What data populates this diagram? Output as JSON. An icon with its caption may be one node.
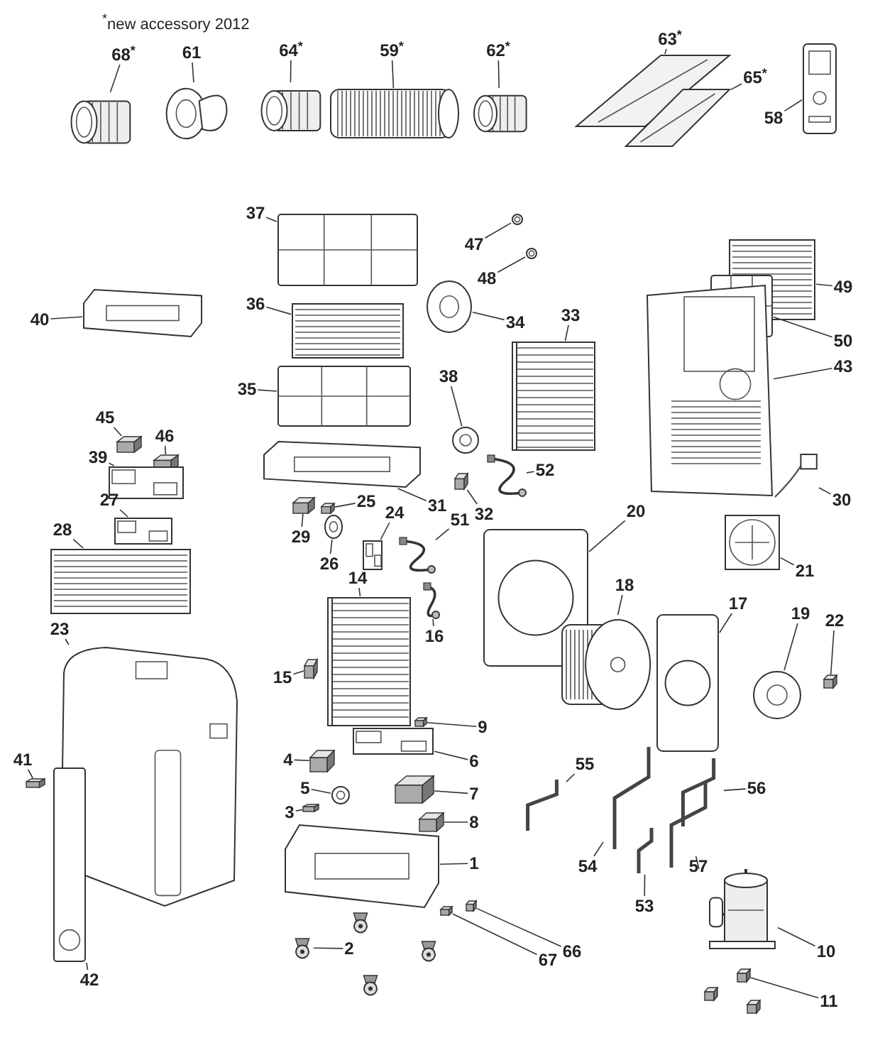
{
  "diagram": {
    "nodes": [
      {
        "text": [
          "68$^{*}$"
        ]
      },
      {
        "text": [],
        "shape": "picture"
      },
      {
        "text": [
          "61"
        ]
      },
      {
        "text": [],
        "shape": "picture"
      },
      {
        "text": [
          "64$^{*}$"
        ]
      },
      {
        "text": [],
        "shape": "picture"
      },
      {
        "text": [
          "59$^{*}$"
        ]
      },
      {
        "text": [],
        "shape": "picture"
      },
      {
        "text": [
          "62$^{*}$"
        ]
      },
      {
        "text": [],
        "shape": "picture"
      },
      {
        "text": [
          "63$^{*}$"
        ]
      },
      {
        "text": [],
        "shape": "picture"
      },
      {
        "text": [
          "65$^{*}$"
        ]
      },
      {
        "text": [],
        "shape": "picture"
      },
      {
        "text": [
          "58"
        ]
      },
      {
        "text": [],
        "shape": "picture"
      },
      {
        "text": [
          "37"
        ]
      },
      {
        "text": [],
        "shape": "picture"
      },
      {
        "text": [
          "47"
        ]
      },
      {
        "text": [],
        "shape": "picture"
      },
      {
        "text": [
          "48"
        ]
      },
      {
        "text": [],
        "shape": "picture"
      },
      {
        "text": [
          "40"
        ]
      },
      {
        "text": [],
        "shape": "picture"
      },
      {
        "text": [
          "36"
        ]
      },
      {
        "text": [],
        "shape": "picture"
      },
      {
        "text": [
          "34"
        ]
      },
      {
        "text": [],
        "shape": "picture"
      },
      {
        "text": [
          "33"
        ]
      },
      {
        "text": [],
        "shape": "picture"
      },
      {
        "text": [
          "49"
        ]
      },
      {
        "text": [],
        "shape": "picture"
      },
      {
        "text": [
          "50"
        ]
      },
      {
        "text": [],
        "shape": "picture"
      },
      {
        "text": [
          "43"
        ]
      },
      {
        "text": [],
        "shape": "picture"
      },
      {
        "text": [
          "35"
        ]
      },
      {
        "text": [],
        "shape": "picture"
      },
      {
        "text": [
          "38"
        ]
      },
      {
        "text": [],
        "shape": "picture"
      },
      {
        "text": [
          "45"
        ]
      },
      {
        "text": [],
        "shape": "picture"
      },
      {
        "text": [
          "46"
        ]
      },
      {
        "text": [],
        "shape": "picture"
      },
      {
        "text": [
          "39"
        ]
      },
      {
        "text": [],
        "shape": "picture"
      },
      {
        "text": [
          "31"
        ]
      },
      {
        "text": [],
        "shape": "picture"
      },
      {
        "text": [
          "25"
        ]
      },
      {
        "text": [],
        "shape": "picture"
      },
      {
        "text": [
          "52"
        ]
      },
      {
        "text": [],
        "shape": "picture"
      },
      {
        "text": [
          "32"
        ]
      },
      {
        "text": [],
        "shape": "picture"
      },
      {
        "text": [
          "30"
        ]
      },
      {
        "text": [],
        "shape": "picture"
      },
      {
        "text": [
          "29"
        ]
      },
      {
        "text": [],
        "shape": "picture"
      },
      {
        "text": [
          "26"
        ]
      },
      {
        "text": [],
        "shape": "picture"
      },
      {
        "text": [
          "24"
        ]
      },
      {
        "text": [],
        "shape": "picture"
      },
      {
        "text": [
          "27"
        ]
      },
      {
        "text": [],
        "shape": "picture"
      },
      {
        "text": [
          "51"
        ]
      },
      {
        "text": [],
        "shape": "picture"
      },
      {
        "text": [
          "28"
        ]
      },
      {
        "text": [],
        "shape": "picture"
      },
      {
        "text": [
          "20"
        ]
      },
      {
        "text": [],
        "shape": "picture"
      },
      {
        "text": [
          "21"
        ]
      },
      {
        "text": [],
        "shape": "picture"
      },
      {
        "text": [
          "14"
        ]
      },
      {
        "text": [],
        "shape": "picture"
      },
      {
        "text": [
          "18"
        ]
      },
      {
        "text": [],
        "shape": "picture"
      },
      {
        "text": [
          "17"
        ]
      },
      {
        "text": [],
        "shape": "picture"
      },
      {
        "text": [
          "16"
        ]
      },
      {
        "text": [],
        "shape": "picture"
      },
      {
        "text": [
          "19"
        ]
      },
      {
        "text": [],
        "shape": "picture"
      },
      {
        "text": [
          "22"
        ]
      },
      {
        "text": [],
        "shape": "picture"
      },
      {
        "text": [
          "23"
        ]
      },
      {
        "text": [],
        "shape": "picture"
      },
      {
        "text": [
          "15"
        ]
      },
      {
        "text": [],
        "shape": "picture"
      },
      {
        "text": [
          "9"
        ]
      },
      {
        "text": [],
        "shape": "picture"
      },
      {
        "text": [
          "6"
        ]
      },
      {
        "text": [],
        "shape": "picture"
      },
      {
        "text": [
          "4"
        ]
      },
      {
        "text": [],
        "shape": "picture"
      },
      {
        "text": [
          "41"
        ]
      },
      {
        "text": [],
        "shape": "picture"
      },
      {
        "text": [
          "5"
        ]
      },
      {
        "text": [],
        "shape": "picture"
      },
      {
        "text": [
          "7"
        ]
      },
      {
        "text": [],
        "shape": "picture"
      },
      {
        "text": [
          "3"
        ]
      },
      {
        "text": [],
        "shape": "picture"
      },
      {
        "text": [
          "8"
        ]
      },
      {
        "text": [],
        "shape": "picture"
      },
      {
        "text": [
          "55"
        ]
      },
      {
        "text": [],
        "shape": "picture"
      },
      {
        "text": [
          "56"
        ]
      },
      {
        "text": [],
        "shape": "picture"
      },
      {
        "text": [
          "54"
        ]
      },
      {
        "text": [],
        "shape": "picture"
      },
      {
        "text": [
          "57"
        ]
      },
      {
        "text": [],
        "shape": "picture"
      },
      {
        "text": [
          "53"
        ]
      },
      {
        "text": [],
        "shape": "picture"
      },
      {
        "text": [
          "1"
        ]
      },
      {
        "text": [],
        "shape": "picture"
      },
      {
        "text": [
          "42"
        ]
      },
      {
        "text": [],
        "shape": "picture"
      },
      {
        "text": [
          "10"
        ]
      },
      {
        "text": [],
        "shape": "picture"
      },
      {
        "text": [
          "2"
        ]
      },
      {
        "text": [],
        "shape": "picture"
      },
      {
        "text": [
          "67"
        ]
      },
      {
        "text": [],
        "shape": "picture"
      },
      {
        "text": [
          "66"
        ]
      },
      {
        "text": [],
        "shape": "picture"
      },
      {
        "text": [
          "11"
        ]
      },
      {
        "text": [],
        "shape": "picture"
      },
      {
        "text": [],
        "shape": "picture"
      },
      {
        "text": [],
        "shape": "picture"
      },
      {
        "text": [],
        "shape": "picture"
      },
      {
        "text": [],
        "shape": "picture"
      },
      {
        "text": [],
        "shape": "picture"
      }
    ],
    "edges": [
      {
        "from": 0,
        "to": 1,
        "arrow": "none"
      },
      {
        "from": 2,
        "to": 3,
        "arrow": "none"
      },
      {
        "from": 4,
        "to": 5,
        "arrow": "none"
      },
      {
        "from": 6,
        "to": 7,
        "arrow": "none"
      },
      {
        "from": 8,
        "to": 9,
        "arrow": "none"
      },
      {
        "from": 10,
        "to": 11,
        "arrow": "none"
      },
      {
        "from": 12,
        "to": 13,
        "arrow": "none"
      },
      {
        "from": 14,
        "to": 15,
        "arrow": "none"
      },
      {
        "from": 16,
        "to": 17,
        "arrow": "none"
      },
      {
        "from": 18,
        "to": 19,
        "arrow": "none"
      },
      {
        "from": 20,
        "to": 21,
        "arrow": "none"
      },
      {
        "from": 22,
        "to": 23,
        "arrow": "none"
      },
      {
        "from": 24,
        "to": 25,
        "arrow": "none"
      },
      {
        "from": 26,
        "to": 27,
        "arrow": "none"
      },
      {
        "from": 28,
        "to": 29,
        "arrow": "none"
      },
      {
        "from": 30,
        "to": 31,
        "arrow": "none"
      },
      {
        "from": 32,
        "to": 33,
        "arrow": "none"
      },
      {
        "from": 34,
        "to": 35,
        "arrow": "none"
      },
      {
        "from": 36,
        "to": 37,
        "arrow": "none"
      },
      {
        "from": 38,
        "to": 39,
        "arrow": "none"
      },
      {
        "from": 40,
        "to": 41,
        "arrow": "none"
      },
      {
        "from": 42,
        "to": 43,
        "arrow": "none"
      },
      {
        "from": 44,
        "to": 45,
        "arrow": "none"
      },
      {
        "from": 46,
        "to": 47,
        "arrow": "none"
      },
      {
        "from": 48,
        "to": 49,
        "arrow": "none"
      },
      {
        "from": 50,
        "to": 51,
        "arrow": "none"
      },
      {
        "from": 52,
        "to": 53,
        "arrow": "none"
      },
      {
        "from": 54,
        "to": 55,
        "arrow": "none"
      },
      {
        "from": 56,
        "to": 57,
        "arrow": "none"
      },
      {
        "from": 58,
        "to": 59,
        "arrow": "none"
      },
      {
        "from": 60,
        "to": 61,
        "arrow": "none"
      },
      {
        "from": 62,
        "to": 63,
        "arrow": "none"
      },
      {
        "from": 64,
        "to": 65,
        "arrow": "none"
      },
      {
        "from": 66,
        "to": 67,
        "arrow": "none"
      },
      {
        "from": 68,
        "to": 69,
        "arrow": "none"
      },
      {
        "from": 70,
        "to": 71,
        "arrow": "none"
      },
      {
        "from": 72,
        "to": 73,
        "arrow": "none"
      },
      {
        "from": 74,
        "to": 75,
        "arrow": "none"
      },
      {
        "from": 76,
        "to": 77,
        "arrow": "none"
      },
      {
        "from": 78,
        "to": 79,
        "arrow": "none"
      },
      {
        "from": 80,
        "to": 81,
        "arrow": "none"
      },
      {
        "from": 82,
        "to": 83,
        "arrow": "none"
      },
      {
        "from": 84,
        "to": 85,
        "arrow": "none"
      },
      {
        "from": 86,
        "to": 87,
        "arrow": "none"
      },
      {
        "from": 88,
        "to": 89,
        "arrow": "none"
      },
      {
        "from": 90,
        "to": 91,
        "arrow": "none"
      },
      {
        "from": 92,
        "to": 93,
        "arrow": "none"
      },
      {
        "from": 94,
        "to": 95,
        "arrow": "none"
      },
      {
        "from": 96,
        "to": 97,
        "arrow": "none"
      },
      {
        "from": 98,
        "to": 99,
        "arrow": "none"
      },
      {
        "from": 100,
        "to": 101,
        "arrow": "none"
      },
      {
        "from": 102,
        "to": 103,
        "arrow": "none"
      },
      {
        "from": 104,
        "to": 105,
        "arrow": "none"
      },
      {
        "from": 106,
        "to": 107,
        "arrow": "none"
      },
      {
        "from": 108,
        "to": 109,
        "arrow": "none"
      },
      {
        "from": 110,
        "to": 111,
        "arrow": "none"
      },
      {
        "from": 112,
        "to": 113,
        "arrow": "none"
      },
      {
        "from": 114,
        "to": 115,
        "arrow": "none"
      },
      {
        "from": 116,
        "to": 117,
        "arrow": "none"
      },
      {
        "from": 118,
        "to": 119,
        "arrow": "none"
      },
      {
        "from": 120,
        "to": 121,
        "arrow": "none"
      },
      {
        "from": 122,
        "to": 123,
        "arrow": "none"
      },
      {
        "from": 124,
        "to": 125,
        "arrow": "none"
      },
      {
        "from": 126,
        "to": 127,
        "arrow": "none"
      }
    ],
    "labels": [
      "$^{*}$new accessory 2012"
    ]
  }
}
